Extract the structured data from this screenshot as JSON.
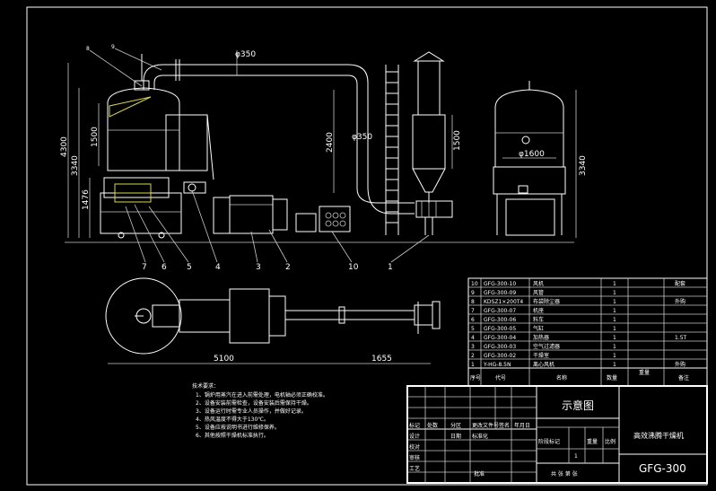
{
  "drawing": {
    "dimensions": {
      "duct_diameter": "φ350",
      "top_pipe_diameter": "φ350",
      "vertical_pipe_height": "2400",
      "chamber_height": "1500",
      "total_height": "4300",
      "body_height": "3340",
      "base_height": "1476",
      "right_chamber_height": "1500",
      "right_total_height": "3340",
      "right_diameter": "φ1600",
      "plan_length": "5100",
      "plan_offset": "1655"
    },
    "callouts": [
      "7",
      "6",
      "5",
      "4",
      "3",
      "2",
      "10",
      "1"
    ],
    "top_callouts": [
      "8",
      "9"
    ],
    "notes": [
      "技术要求：",
      "1、锅炉用蒸汽在进入前需处理，电机轴必须正确校准。",
      "2、设备安装前需检查，设备安装后需保持干燥。",
      "3、设备运行时需专业人员操作，并做好记录。",
      "4、热风温度不得大于130℃。",
      "5、设备应按说明书进行维修保养。",
      "6、其他按照干燥机标准执行。"
    ]
  },
  "parts_list": {
    "rows": [
      {
        "no": "10",
        "code": "GFG-300-10",
        "name": "风机",
        "qty": "1",
        "weight": "",
        "remark": "配套"
      },
      {
        "no": "9",
        "code": "GFG-300-09",
        "name": "风管",
        "qty": "1",
        "weight": "",
        "remark": ""
      },
      {
        "no": "8",
        "code": "KDSZ1×200T4",
        "name": "布袋除尘器",
        "qty": "1",
        "weight": "",
        "remark": "外购"
      },
      {
        "no": "7",
        "code": "GFG-300-07",
        "name": "机座",
        "qty": "1",
        "weight": "",
        "remark": ""
      },
      {
        "no": "6",
        "code": "GFG-300-06",
        "name": "料车",
        "qty": "1",
        "weight": "",
        "remark": ""
      },
      {
        "no": "5",
        "code": "GFG-300-05",
        "name": "气缸",
        "qty": "1",
        "weight": "",
        "remark": ""
      },
      {
        "no": "4",
        "code": "GFG-300-04",
        "name": "加热器",
        "qty": "1",
        "weight": "",
        "remark": "1.5T"
      },
      {
        "no": "3",
        "code": "GFG-300-03",
        "name": "空气过滤器",
        "qty": "1",
        "weight": "",
        "remark": ""
      },
      {
        "no": "2",
        "code": "GFG-300-02",
        "name": "干燥室",
        "qty": "1",
        "weight": "",
        "remark": ""
      },
      {
        "no": "1",
        "code": "Y-HG-8.5N",
        "name": "离心风机",
        "qty": "1",
        "weight": "",
        "remark": "外购"
      }
    ],
    "header": {
      "no": "序号",
      "code": "代号",
      "name": "名称",
      "qty": "数量",
      "weight": "重量",
      "remark": "备注"
    }
  },
  "title_block": {
    "drawing_title": "示意图",
    "machine_name": "高效沸腾干燥机",
    "model": "GFG-300",
    "rev_labels": [
      "标记",
      "处数",
      "分区",
      "更改文件号",
      "签名",
      "年月日"
    ],
    "role_labels": [
      "设计",
      "校对",
      "审核",
      "工艺"
    ],
    "std_label": "标准化",
    "date_label": "日期",
    "approve_label": "批准",
    "stage_label": "阶段标记",
    "weight_label": "重量",
    "scale_label": "比例",
    "sheet_label": "共 张 第 张",
    "scale_value": "1"
  }
}
